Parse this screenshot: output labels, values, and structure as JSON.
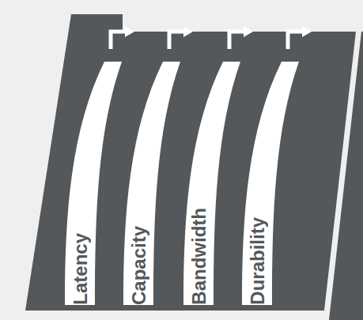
{
  "diagram": {
    "nodes": [
      {
        "text": [
          "Latency"
        ]
      },
      {
        "text": [
          "Capacity"
        ]
      },
      {
        "text": [
          "Bandwidth"
        ]
      },
      {
        "text": [
          "Durability"
        ]
      }
    ]
  }
}
